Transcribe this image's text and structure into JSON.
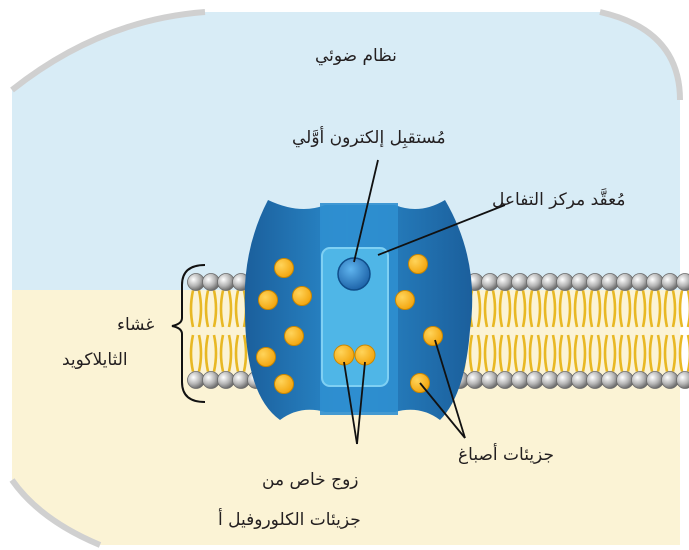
{
  "labels": {
    "photosystem": "نظام ضوئي",
    "primary_acceptor": "مُستقبِل إلكترون أوَّلي",
    "reaction_center": "مُعقَّد مركز التفاعل",
    "membrane_line1": "غشاء",
    "membrane_line2": "الثايلاكويد",
    "pigments": "جزيئات أصباغ",
    "special_pair_line1": "زوج خاص من",
    "special_pair_line2": "جزيئات الكلوروفيل أ"
  },
  "colors": {
    "stroma": "#d8ecf6",
    "lumen": "#fbf3d5",
    "lipid_head": "#9c9c9c",
    "lipid_tail": "#e8b824",
    "complex_outer": "#1f73b7",
    "complex_inner": "#4fb6e7",
    "pigment": "#f7b21a",
    "primary_acceptor": "#2b86d0"
  }
}
